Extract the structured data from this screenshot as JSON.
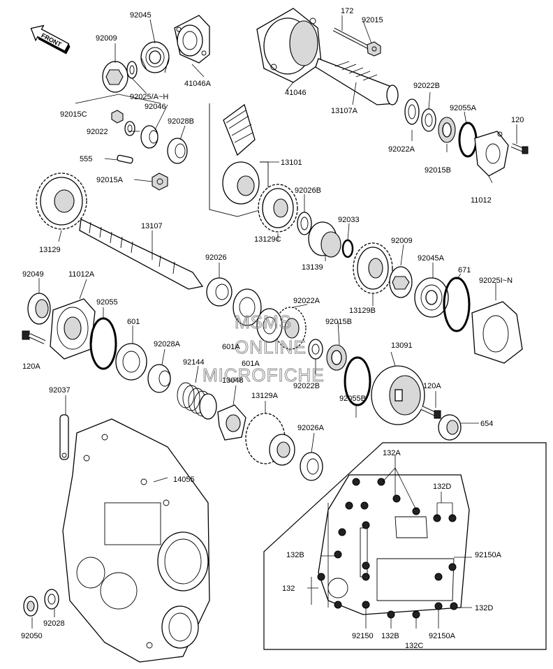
{
  "front_label": "FRONT",
  "watermark": [
    "MSMS",
    "ONLINE",
    "MICROFICHE"
  ],
  "labels": [
    {
      "id": "92045",
      "text": "92045"
    },
    {
      "id": "92009",
      "text": "92009"
    },
    {
      "id": "41046A",
      "text": "41046A"
    },
    {
      "id": "92025AH",
      "text": "92025/A~H"
    },
    {
      "id": "92015C",
      "text": "92015C"
    },
    {
      "id": "92046",
      "text": "92046"
    },
    {
      "id": "92022",
      "text": "92022"
    },
    {
      "id": "92028B",
      "text": "92028B"
    },
    {
      "id": "555",
      "text": "555"
    },
    {
      "id": "92015A",
      "text": "92015A"
    },
    {
      "id": "13101",
      "text": "13101"
    },
    {
      "id": "172",
      "text": "172"
    },
    {
      "id": "92015",
      "text": "92015"
    },
    {
      "id": "41046",
      "text": "41046"
    },
    {
      "id": "13107A",
      "text": "13107A"
    },
    {
      "id": "92022B_top",
      "text": "92022B"
    },
    {
      "id": "92055A",
      "text": "92055A"
    },
    {
      "id": "120",
      "text": "120"
    },
    {
      "id": "92022A_top",
      "text": "92022A"
    },
    {
      "id": "92015B_top",
      "text": "92015B"
    },
    {
      "id": "11012",
      "text": "11012"
    },
    {
      "id": "13107",
      "text": "13107"
    },
    {
      "id": "13129",
      "text": "13129"
    },
    {
      "id": "92026B",
      "text": "92026B"
    },
    {
      "id": "13129C",
      "text": "13129C"
    },
    {
      "id": "92033",
      "text": "92033"
    },
    {
      "id": "13139",
      "text": "13139"
    },
    {
      "id": "92009b",
      "text": "92009"
    },
    {
      "id": "92045A",
      "text": "92045A"
    },
    {
      "id": "671",
      "text": "671"
    },
    {
      "id": "92025IN",
      "text": "92025I~N"
    },
    {
      "id": "13129B",
      "text": "13129B"
    },
    {
      "id": "92049",
      "text": "92049"
    },
    {
      "id": "11012A",
      "text": "11012A"
    },
    {
      "id": "92055",
      "text": "92055"
    },
    {
      "id": "92026",
      "text": "92026"
    },
    {
      "id": "92022A",
      "text": "92022A"
    },
    {
      "id": "92015B",
      "text": "92015B"
    },
    {
      "id": "601",
      "text": "601"
    },
    {
      "id": "601A_1",
      "text": "601A"
    },
    {
      "id": "601A_2",
      "text": "601A"
    },
    {
      "id": "13091",
      "text": "13091"
    },
    {
      "id": "120A_left",
      "text": "120A"
    },
    {
      "id": "92028A",
      "text": "92028A"
    },
    {
      "id": "92144",
      "text": "92144"
    },
    {
      "id": "13048",
      "text": "13048"
    },
    {
      "id": "92022B",
      "text": "92022B"
    },
    {
      "id": "92055B",
      "text": "92055B"
    },
    {
      "id": "120A_right",
      "text": "120A"
    },
    {
      "id": "654",
      "text": "654"
    },
    {
      "id": "92037",
      "text": "92037"
    },
    {
      "id": "13129A",
      "text": "13129A"
    },
    {
      "id": "92026A",
      "text": "92026A"
    },
    {
      "id": "132A",
      "text": "132A"
    },
    {
      "id": "14055",
      "text": "14055"
    },
    {
      "id": "132D_top",
      "text": "132D"
    },
    {
      "id": "132B_left",
      "text": "132B"
    },
    {
      "id": "92150A_top",
      "text": "92150A"
    },
    {
      "id": "132",
      "text": "132"
    },
    {
      "id": "132D_bottom",
      "text": "132D"
    },
    {
      "id": "92028",
      "text": "92028"
    },
    {
      "id": "92050",
      "text": "92050"
    },
    {
      "id": "92150",
      "text": "92150"
    },
    {
      "id": "132B_bottom",
      "text": "132B"
    },
    {
      "id": "132C",
      "text": "132C"
    },
    {
      "id": "92150A_bottom",
      "text": "92150A"
    }
  ]
}
